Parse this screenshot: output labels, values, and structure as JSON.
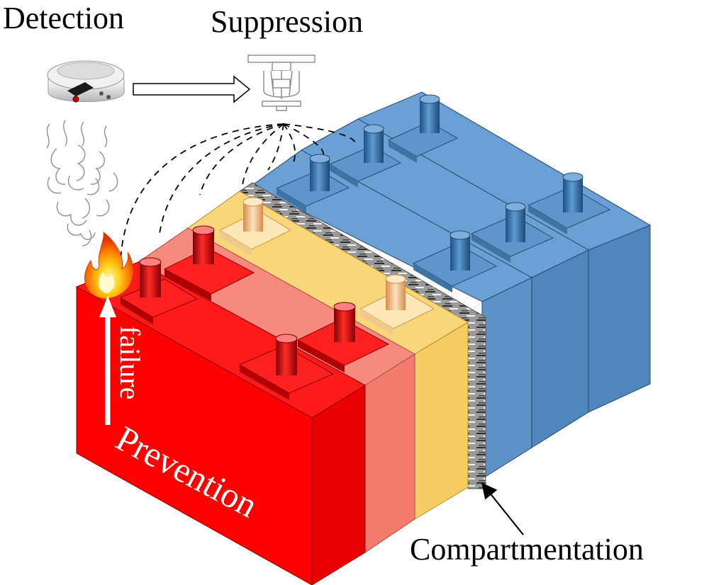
{
  "labels": {
    "detection": "Detection",
    "suppression": "Suppression",
    "failure": "failure",
    "prevention": "Prevention",
    "compartmentation": "Compartmentation"
  },
  "cells": [
    {
      "name": "failing-cell",
      "color": "#ff0000",
      "state": "failure"
    },
    {
      "name": "heated-cell",
      "color": "#f47b6e",
      "state": "heated"
    },
    {
      "name": "warm-cell",
      "color": "#f6cd62",
      "state": "warm"
    },
    {
      "name": "normal-cell-1",
      "color": "#5b93c9",
      "state": "normal"
    },
    {
      "name": "normal-cell-2",
      "color": "#5b93c9",
      "state": "normal"
    }
  ],
  "icons": {
    "detector": "smoke-detector-icon",
    "sprinkler": "sprinkler-icon",
    "flame": "flame-icon",
    "smoke": "smoke-icon"
  },
  "colors": {
    "fail_red": "#ff0000",
    "heated_salmon": "#f47b6e",
    "warm_yellow": "#f6cd62",
    "normal_blue": "#5b93c9",
    "barrier_gray": "#8a8a8a"
  }
}
